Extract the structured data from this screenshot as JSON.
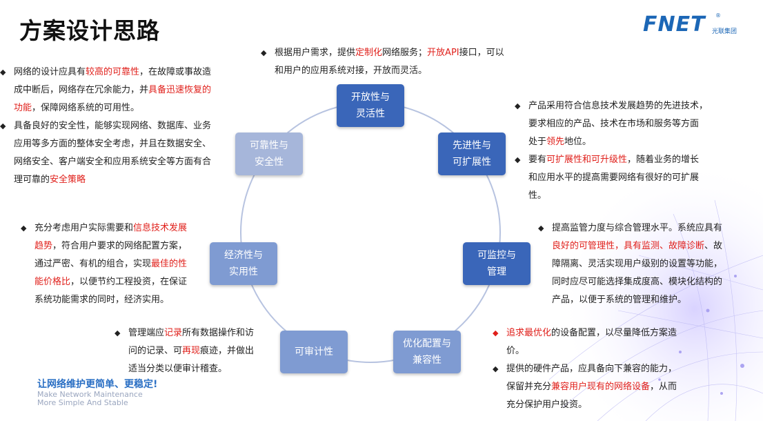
{
  "title": "方案设计思路",
  "logo": {
    "mark": "FNET",
    "reg": "®",
    "subtitle": "光联集团"
  },
  "nodes": [
    {
      "id": "open",
      "line1": "开放性与",
      "line2": "灵活性"
    },
    {
      "id": "advanced",
      "line1": "先进性与",
      "line2": "可扩展性"
    },
    {
      "id": "monitor",
      "line1": "可监控与",
      "line2": "管理"
    },
    {
      "id": "optimize",
      "line1": "优化配置与",
      "line2": "兼容性"
    },
    {
      "id": "audit",
      "line1": "可审计性",
      "line2": ""
    },
    {
      "id": "economy",
      "line1": "经济性与",
      "line2": "实用性"
    },
    {
      "id": "reliable",
      "line1": "可靠性与",
      "line2": "安全性"
    }
  ],
  "texts": {
    "open": {
      "p1": {
        "a": "根据用户需求，提供",
        "b": "定制化",
        "c": "网络服务；",
        "d": "开放API",
        "e": "接口，可以"
      },
      "p1_line2": "和用户的应用系统对接，开放而灵活。"
    },
    "advanced": {
      "p1_l1": "产品采用符合信息技术发展趋势的先进技术，",
      "p1_l2": "要求相应的产品、技术在市场和服务等方面",
      "p1_l3": {
        "a": "处于",
        "b": "领先",
        "c": "地位。"
      },
      "p2_l1": {
        "a": "要有",
        "b": "可扩展性和可升级性",
        "c": "，随着业务的增长"
      },
      "p2_l2": "和应用水平的提高需要网络有很好的可扩展",
      "p2_l3": "性。"
    },
    "monitor": {
      "l1": "提高监管力度与综合管理水平。系统应具有",
      "l2": {
        "a": "良好的可管理性，具有监测、故障诊断",
        "b": "、故"
      },
      "l3": "障隔离、灵活实现用户级别的设置等功能，",
      "l4": "同时应尽可能选择集成度高、模块化结构的",
      "l5": "产品，以便于系统的管理和维护。"
    },
    "optimize": {
      "p1_l1": {
        "a": "追求最优化",
        "b": "的设备配置，以尽量降低方案造"
      },
      "p1_l2": "价。",
      "p2_l1": "提供的硬件产品，应具备向下兼容的能力，",
      "p2_l2": {
        "a": "保留并充分",
        "b": "兼容用户现有的网络设备",
        "c": "，从而"
      },
      "p2_l3": "充分保护用户投资。"
    },
    "audit": {
      "l1": {
        "a": "管理端应",
        "b": "记录",
        "c": "所有数据操作和访"
      },
      "l2": {
        "a": "问的记录、可",
        "b": "再现",
        "c": "痕迹，并做出"
      },
      "l3": "适当分类以便审计稽查。"
    },
    "economy": {
      "l1": {
        "a": "充分考虑用户实际需要和",
        "b": "信息技术发展"
      },
      "l2": {
        "a": "趋势",
        "b": "，符合用户要求的网络配置方案，"
      },
      "l3": {
        "a": "通过严密、有机的组合，实现",
        "b": "最佳的性"
      },
      "l4": {
        "a": "能价格比",
        "b": "，以便节约工程投资，在保证"
      },
      "l5": "系统功能需求的同时，经济实用。"
    },
    "reliable": {
      "p1_l1": {
        "a": "网络的设计应具有",
        "b": "较高的可靠性",
        "c": "，在故障或事故造"
      },
      "p1_l2": {
        "a": "成中断后，网络存在冗余能力，并",
        "b": "具备迅速恢复的"
      },
      "p1_l3": {
        "a": "功能",
        "b": "，保障网络系统的可用性。"
      },
      "p2_l1": "具备良好的安全性，能够实现网络、数据库、业务",
      "p2_l2": "应用等多方面的整体安全考虑，并且在数据安全、",
      "p2_l3": "网络安全、客户端安全和应用系统安全等方面有合",
      "p2_l4": {
        "a": "理可靠的",
        "b": "安全策略"
      }
    }
  },
  "slogan": {
    "zh": "让网络维护更简单、更稳定!",
    "en1": "Make Network Maintenance",
    "en2": "More Simple And Stable"
  },
  "colors": {
    "dark_node": "#3a66b9",
    "mid_node": "#7f9bd2",
    "light_node": "#a6b6da",
    "highlight": "#e0201b",
    "ring": "#b7c3e0"
  }
}
